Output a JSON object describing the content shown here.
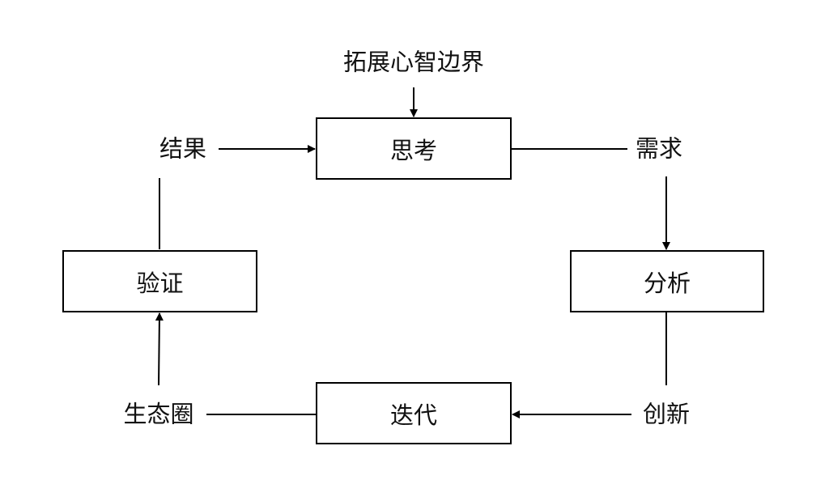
{
  "nodes": {
    "thinking": "思考",
    "analysis": "分析",
    "iteration": "迭代",
    "validation": "验证"
  },
  "labels": {
    "expand_mind": "拓展心智边界",
    "requirements": "需求",
    "innovation": "创新",
    "ecosystem": "生态圈",
    "result": "结果"
  },
  "colors": {
    "stroke": "#000000",
    "text": "#111111",
    "background": "#ffffff"
  }
}
